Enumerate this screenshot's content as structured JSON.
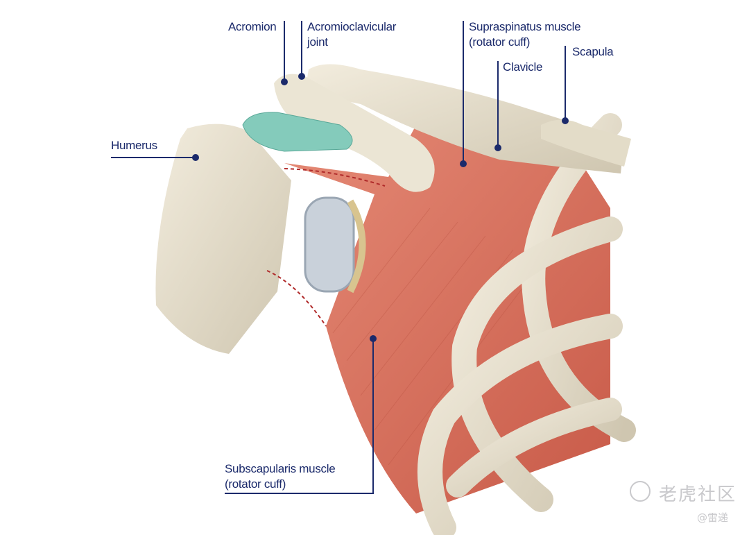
{
  "labels": {
    "acromion": "Acromion",
    "acromioclavicular_line1": "Acromioclavicular",
    "acromioclavicular_line2": "joint",
    "supraspinatus_line1": "Supraspinatus muscle",
    "supraspinatus_line2": "(rotator cuff)",
    "clavicle": "Clavicle",
    "scapula": "Scapula",
    "humerus": "Humerus",
    "subscapularis_line1": "Subscapularis muscle",
    "subscapularis_line2": "(rotator cuff)"
  },
  "watermark": {
    "brand": "老虎社区",
    "author": "@雷递"
  },
  "colors": {
    "label": "#1b2a6b",
    "muscle": "#d9705e",
    "bone": "#e8e1cf",
    "cartilage": "#7fc9b8"
  }
}
